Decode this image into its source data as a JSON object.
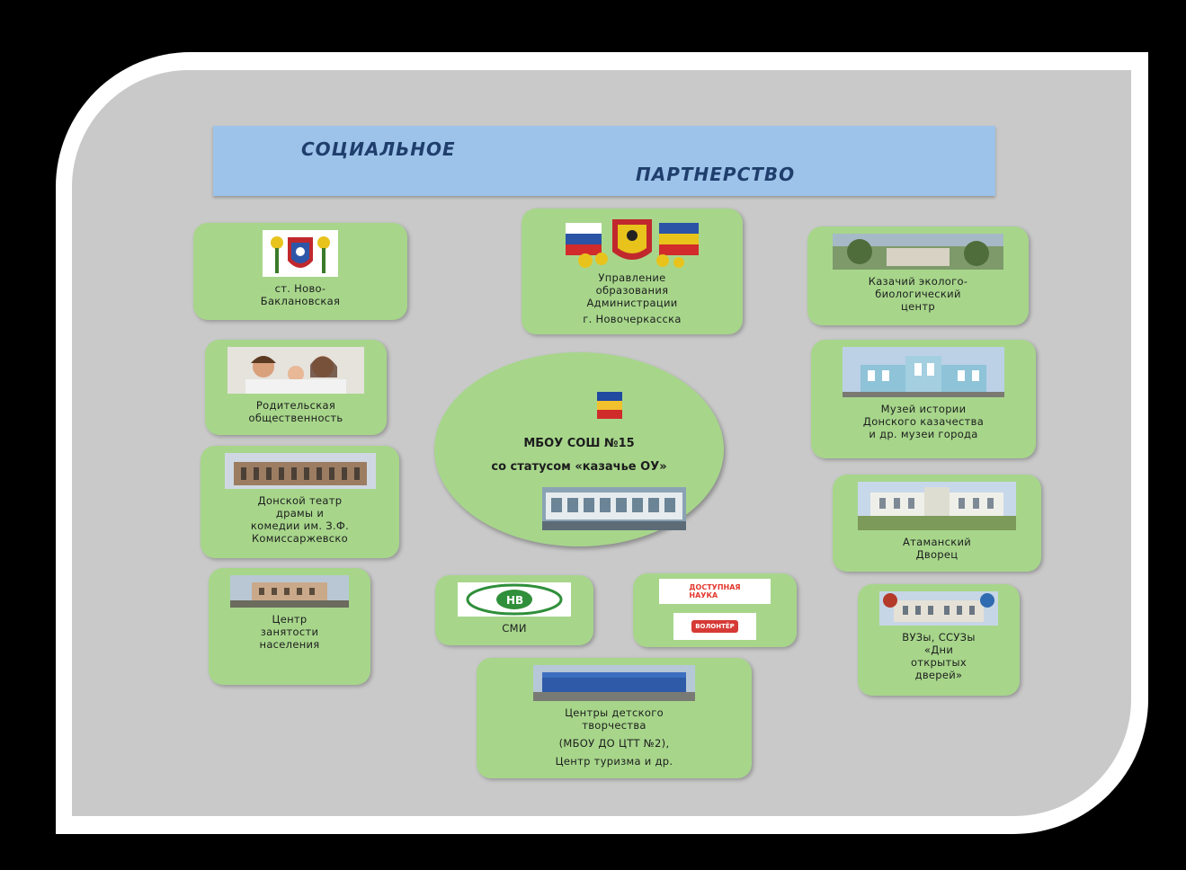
{
  "banner": {
    "word1": "СОЦИАЛЬНОЕ",
    "word2": "ПАРТНЕРСТВО"
  },
  "center": {
    "line1": "МБОУ СОШ №15",
    "line2": "со статусом «казачье ОУ»"
  },
  "partners": {
    "novobaklanovskaya": "ст. Ново-\nБаклановская",
    "upravlenie": "Управление\nобразования\nАдминистрации",
    "upravlenie_city": "г. Новочеркасска",
    "eco_center": "Казачий эколого-\nбиологический\nцентр",
    "parents": "Родительская\nобщественность",
    "museum": "Музей истории\nДонского казачества\nи др. музеи города",
    "theatre": "Донской театр\nдрамы и\nкомедии им. З.Ф.\nКомиссаржевско",
    "palace": "Атаманский\nДворец",
    "employment": "Центр\nзанятости\nнаселения",
    "smi": "СМИ",
    "universities": "ВУЗы, ССУЗы\n«Дни\nоткрытых\nдверей»",
    "creativity": "Центры детского\nтворчества",
    "creativity2": "(МБОУ ДО ЦТТ №2),",
    "creativity3": "Центр туризма и др."
  },
  "logos": {
    "nauka": "ДОСТУПНАЯ\nНАУКА",
    "volunteer": "ВОЛОНТЁР"
  }
}
